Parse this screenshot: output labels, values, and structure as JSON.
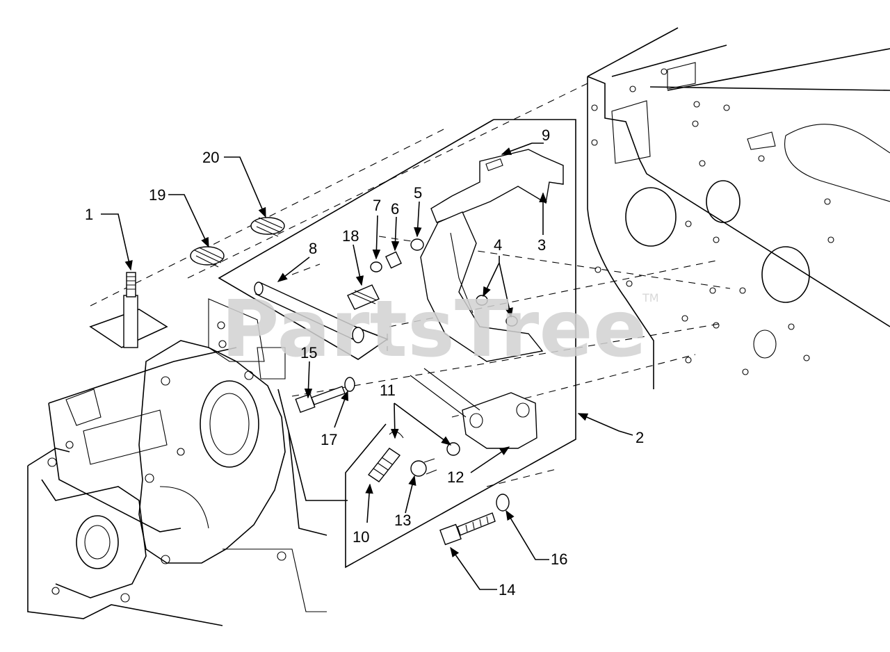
{
  "watermark": {
    "text": "PartsTree",
    "trademark": "TM"
  },
  "callouts": [
    {
      "id": "1",
      "label": "1"
    },
    {
      "id": "2",
      "label": "2"
    },
    {
      "id": "3",
      "label": "3"
    },
    {
      "id": "4",
      "label": "4"
    },
    {
      "id": "5",
      "label": "5"
    },
    {
      "id": "6",
      "label": "6"
    },
    {
      "id": "7",
      "label": "7"
    },
    {
      "id": "8",
      "label": "8"
    },
    {
      "id": "9",
      "label": "9"
    },
    {
      "id": "10",
      "label": "10"
    },
    {
      "id": "11",
      "label": "11"
    },
    {
      "id": "12",
      "label": "12"
    },
    {
      "id": "13",
      "label": "13"
    },
    {
      "id": "14",
      "label": "14"
    },
    {
      "id": "15",
      "label": "15"
    },
    {
      "id": "16",
      "label": "16"
    },
    {
      "id": "17",
      "label": "17"
    },
    {
      "id": "18",
      "label": "18"
    },
    {
      "id": "19",
      "label": "19"
    },
    {
      "id": "20",
      "label": "20"
    }
  ]
}
